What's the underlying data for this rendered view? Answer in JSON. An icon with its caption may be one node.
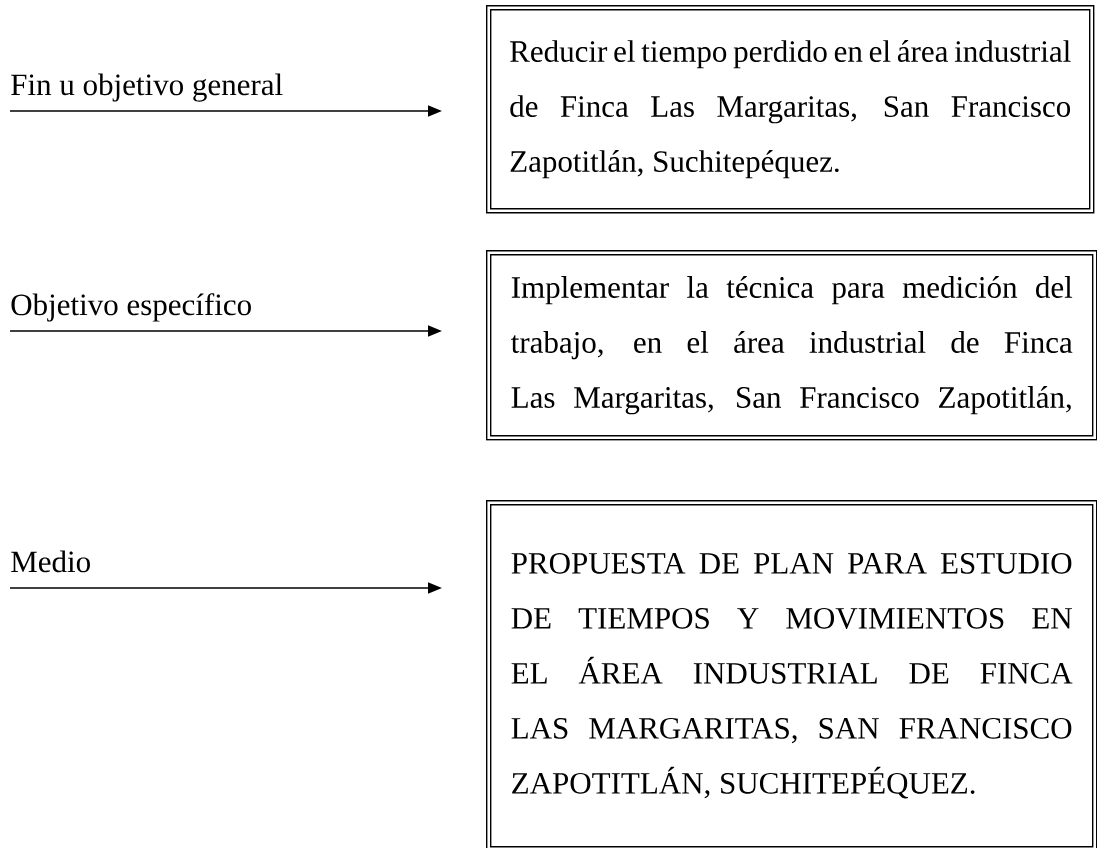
{
  "diagram": {
    "nodes": [
      {
        "text": [
          "Fin u objetivo general"
        ]
      },
      {
        "text": [
          "Reducir el tiempo perdido en el área industrial de Finca Las Margaritas, San Francisco Zapotitlán, Suchitepéquez."
        ]
      },
      {
        "text": [
          "Objetivo específico"
        ]
      },
      {
        "text": [
          "Implementar la técnica para medición del trabajo, en el área industrial de Finca Las Margaritas, San Francisco Zapotitlán,"
        ]
      },
      {
        "text": [
          "Medio"
        ]
      },
      {
        "text": [
          "PROPUESTA DE PLAN PARA ESTUDIO DE TIEMPOS Y MOVIMIENTOS EN EL ÁREA INDUSTRIAL DE FINCA LAS MARGARITAS, SAN FRANCISCO ZAPOTITLÁN, SUCHITEPÉQUEZ."
        ]
      }
    ],
    "edges": [
      {
        "from": 0,
        "to": 1,
        "arrow": "to"
      },
      {
        "from": 2,
        "to": 3,
        "arrow": "to"
      },
      {
        "from": 4,
        "to": 5,
        "arrow": "to"
      }
    ]
  }
}
